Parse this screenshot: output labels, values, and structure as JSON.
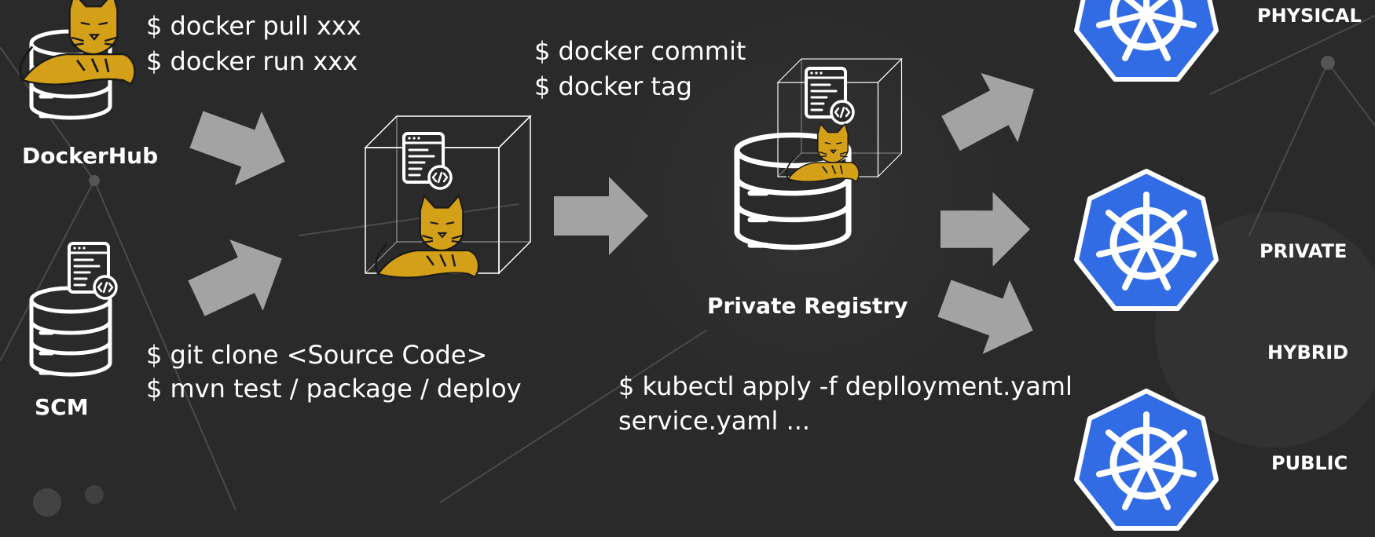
{
  "sources": {
    "dockerhub": {
      "label": "DockerHub"
    },
    "scm": {
      "label": "SCM"
    }
  },
  "commands": {
    "pull_run": [
      "$ docker pull xxx",
      "$  docker run xxx"
    ],
    "commit_tag": [
      "$ docker commit",
      "$ docker tag"
    ],
    "git_mvn": [
      "$ git clone <Source Code>",
      "$ mvn  test / package / deploy"
    ],
    "kubectl": [
      "$ kubectl apply -f deplloyment.yaml",
      "service.yaml ..."
    ]
  },
  "registry": {
    "label": "Private Registry"
  },
  "environments": [
    "PHYSICAL",
    "PRIVATE",
    "HYBRID",
    "PUBLIC"
  ],
  "colors": {
    "background": "#2a2a2a",
    "arrow": "#a3a3a3",
    "kubernetes": "#326ce5",
    "tomcat": "#d4a017",
    "text": "#ffffff"
  },
  "icons": [
    "docker-hub-db-icon",
    "tomcat-icon",
    "scm-db-icon",
    "code-file-icon",
    "container-cube-icon",
    "registry-db-icon",
    "kubernetes-icon"
  ]
}
